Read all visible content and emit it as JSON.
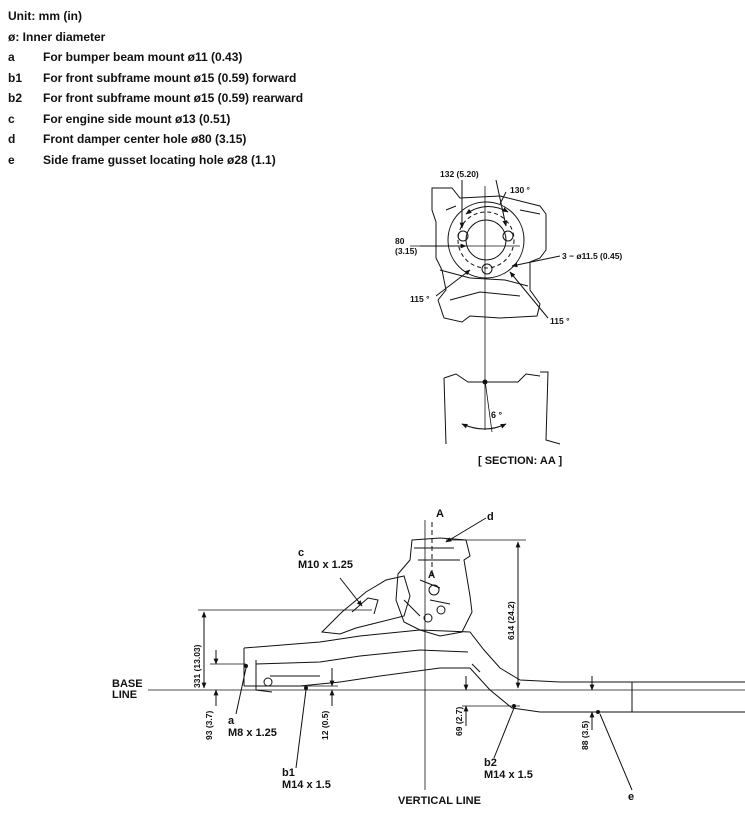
{
  "legend": {
    "unit": "Unit: mm (in)",
    "inner_diameter": "ø: Inner diameter",
    "items": [
      {
        "key": "a",
        "text": "For bumper beam mount ø11 (0.43)"
      },
      {
        "key": "b1",
        "text": "For front subframe mount ø15 (0.59) forward"
      },
      {
        "key": "b2",
        "text": "For front subframe mount ø15 (0.59) rearward"
      },
      {
        "key": "c",
        "text": "For engine side mount ø13 (0.51)"
      },
      {
        "key": "d",
        "text": "Front damper center hole ø80 (3.15)"
      },
      {
        "key": "e",
        "text": "Side frame gusset locating hole ø28 (1.1)"
      }
    ]
  },
  "section": {
    "dim_top": "132 (5.20)",
    "angle_top": "130 °",
    "dim_left_1": "80",
    "dim_left_2": "(3.15)",
    "holes": "3 − ø11.5 (0.45)",
    "angle_left": "115 °",
    "angle_right": "115 °",
    "angle_tilt": "6 °",
    "caption": "[ SECTION: AA ]"
  },
  "side": {
    "section_mark_top": "A",
    "section_mark_bottom": "A",
    "label_d": "d",
    "label_c": "c",
    "label_c_thread": "M10 x 1.25",
    "base_line_1": "BASE",
    "base_line_2": "LINE",
    "dim_331": "331 (13.03)",
    "dim_614": "614 (24.2)",
    "dim_93": "93 (3.7)",
    "dim_12": "12 (0.5)",
    "dim_69": "69 (2.7)",
    "dim_88": "88 (3.5)",
    "label_a": "a",
    "label_a_thread": "M8 x 1.25",
    "label_b1": "b1",
    "label_b1_thread": "M14 x 1.5",
    "label_b2": "b2",
    "label_b2_thread": "M14 x 1.5",
    "label_e": "e",
    "vertical_line": "VERTICAL LINE"
  }
}
